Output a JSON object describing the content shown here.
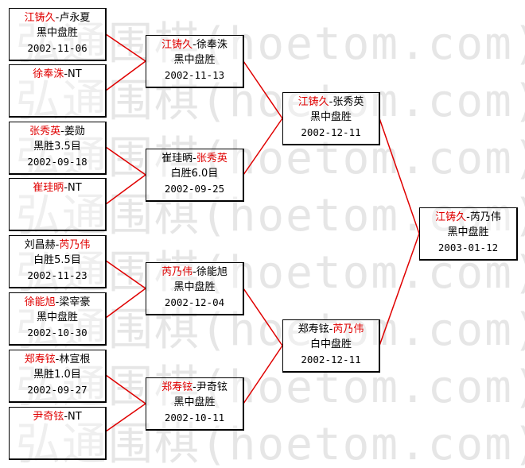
{
  "watermark": [
    "弘通围棋(hoetom.com)",
    "弘通围棋(hoetom.com)",
    "弘通围棋(hoetom.com)",
    "弘通围棋(hoetom.com)",
    "弘通围棋(hoetom.com)",
    "弘通围棋(hoetom.com)",
    "弘通围棋(hoetom.com)",
    "弘通围棋(hoetom.com)"
  ],
  "colors": {
    "winner": "#e00000",
    "connector": "#e00000",
    "border": "#000000"
  },
  "round1": [
    {
      "p1": "江铸久",
      "sep": "-",
      "p2": "卢永夏",
      "winner": 1,
      "result": "黑中盘胜",
      "date": "2002-11-06"
    },
    {
      "p1": "徐奉洙",
      "sep": "-",
      "p2": "NT",
      "winner": 1,
      "result": "",
      "date": ""
    },
    {
      "p1": "张秀英",
      "sep": "-",
      "p2": "姜勋",
      "winner": 1,
      "result": "黑胜3.5目",
      "date": "2002-09-18"
    },
    {
      "p1": "崔珪昞",
      "sep": "-",
      "p2": "NT",
      "winner": 1,
      "result": "",
      "date": ""
    },
    {
      "p1": "刘昌赫",
      "sep": "-",
      "p2": "芮乃伟",
      "winner": 2,
      "result": "白胜5.5目",
      "date": "2002-11-23"
    },
    {
      "p1": "徐能旭",
      "sep": "-",
      "p2": "梁宰豪",
      "winner": 1,
      "result": "黑中盘胜",
      "date": "2002-10-30"
    },
    {
      "p1": "郑寿铉",
      "sep": "-",
      "p2": "林宣根",
      "winner": 1,
      "result": "黑胜1.0目",
      "date": "2002-09-27"
    },
    {
      "p1": "尹奇铉",
      "sep": "-",
      "p2": "NT",
      "winner": 1,
      "result": "",
      "date": ""
    }
  ],
  "round2": [
    {
      "p1": "江铸久",
      "sep": "-",
      "p2": "徐奉洙",
      "winner": 1,
      "result": "黑中盘胜",
      "date": "2002-11-13"
    },
    {
      "p1": "崔珪昞",
      "sep": "-",
      "p2": "张秀英",
      "winner": 2,
      "result": "白胜6.0目",
      "date": "2002-09-25"
    },
    {
      "p1": "芮乃伟",
      "sep": "-",
      "p2": "徐能旭",
      "winner": 1,
      "result": "黑中盘胜",
      "date": "2002-12-04"
    },
    {
      "p1": "郑寿铉",
      "sep": "-",
      "p2": "尹奇铉",
      "winner": 1,
      "result": "黑中盘胜",
      "date": "2002-10-11"
    }
  ],
  "round3": [
    {
      "p1": "江铸久",
      "sep": "-",
      "p2": "张秀英",
      "winner": 1,
      "result": "黑中盘胜",
      "date": "2002-12-11"
    },
    {
      "p1": "郑寿铉",
      "sep": "-",
      "p2": "芮乃伟",
      "winner": 2,
      "result": "白中盘胜",
      "date": "2002-12-11"
    }
  ],
  "final": [
    {
      "p1": "江铸久",
      "sep": "-",
      "p2": "芮乃伟",
      "winner": 1,
      "result": "黑中盘胜",
      "date": "2003-01-12"
    }
  ]
}
